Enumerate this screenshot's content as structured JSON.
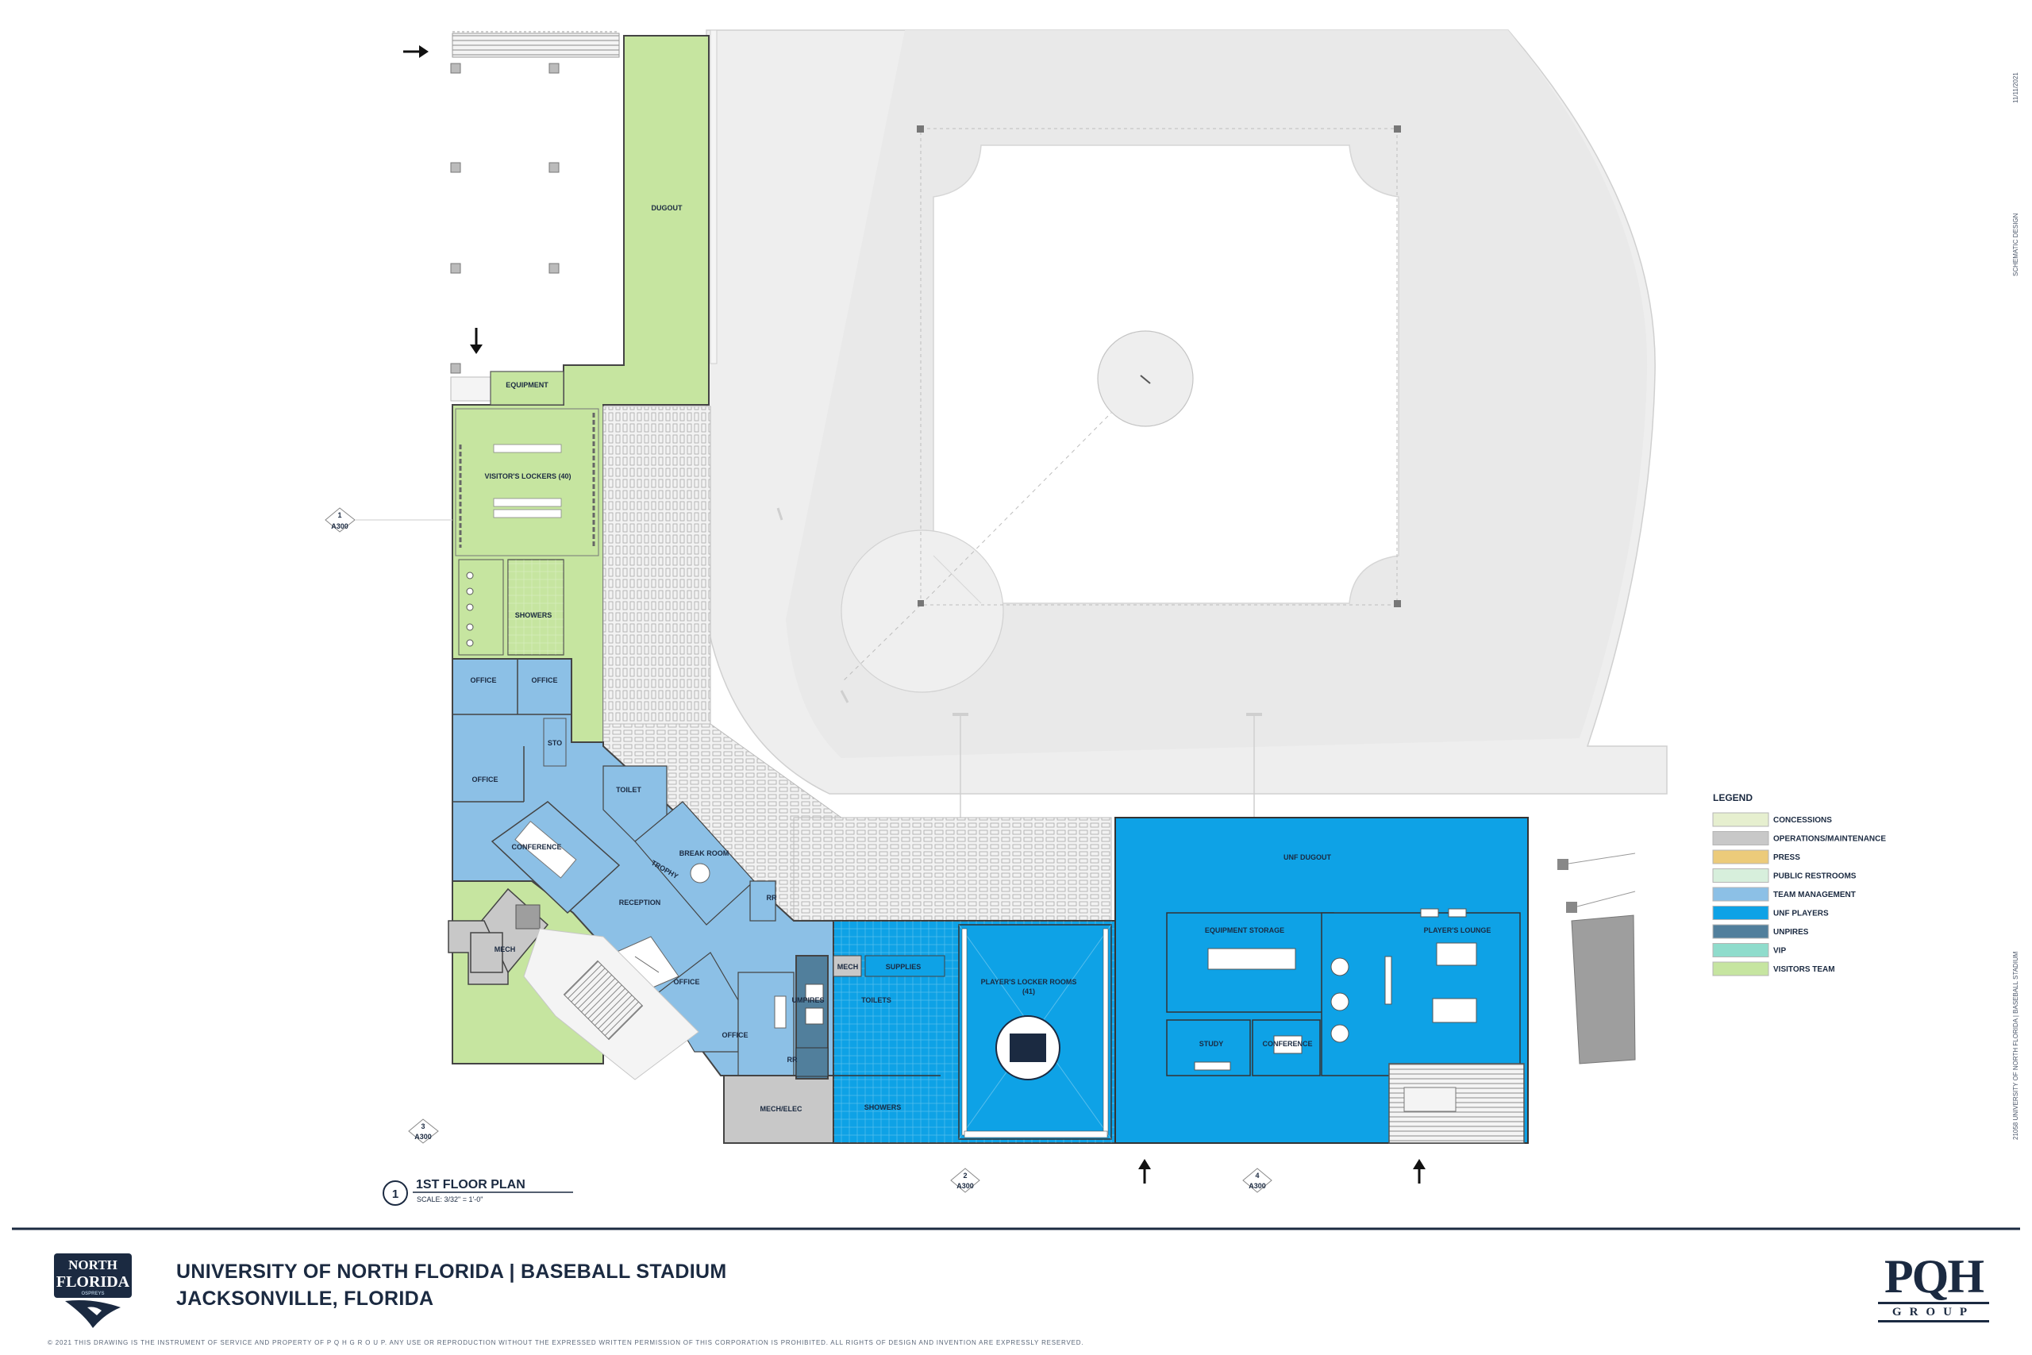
{
  "drawing": {
    "date": "11/11/2021",
    "phase": "SCHEMATIC DESIGN",
    "project_id": "21058  UNIVERSITY OF NORTH FLORIDA | BASEBALL STADIUM",
    "plan_title": "1ST FLOOR PLAN",
    "plan_number": "1",
    "plan_scale": "SCALE: 3/32\" = 1'-0\"",
    "section_ref": "A300",
    "section_nums": [
      "1",
      "2",
      "3",
      "4"
    ]
  },
  "rooms": {
    "dugout": "DUGOUT",
    "equipment": "EQUIPMENT",
    "visitors_lockers": "VISITOR'S LOCKERS (40)",
    "showers": "SHOWERS",
    "office": "OFFICE",
    "sto": "STO",
    "toilet": "TOILET",
    "conference": "CONFERENCE",
    "break_room": "BREAK ROOM",
    "trophy": "TROPHY",
    "rr": "RR",
    "reception": "RECEPTION",
    "mech": "MECH",
    "mech_elec": "MECH/ELEC",
    "umpires": "UMPIRES",
    "supplies": "SUPPLIES",
    "toilets": "TOILETS",
    "showers_players": "SHOWERS",
    "players_locker_rooms": "PLAYER'S LOCKER ROOMS",
    "players_locker_count": "(41)",
    "unf_dugout": "UNF DUGOUT",
    "equipment_storage": "EQUIPMENT STORAGE",
    "players_lounge": "PLAYER'S LOUNGE",
    "study": "STUDY",
    "conference_2": "CONFERENCE"
  },
  "legend": {
    "title": "LEGEND",
    "items": [
      {
        "label": "CONCESSIONS",
        "color": "#e6efcf"
      },
      {
        "label": "OPERATIONS/MAINTENANCE",
        "color": "#c8c8c8"
      },
      {
        "label": "PRESS",
        "color": "#eccb7a"
      },
      {
        "label": "PUBLIC RESTROOMS",
        "color": "#d7efdc"
      },
      {
        "label": "TEAM MANAGEMENT",
        "color": "#8cc0e6"
      },
      {
        "label": "UNF PLAYERS",
        "color": "#0ea2e6"
      },
      {
        "label": "UNPIRES",
        "color": "#517f9c"
      },
      {
        "label": "VIP",
        "color": "#8fdccc"
      },
      {
        "label": "VISITORS TEAM",
        "color": "#c6e5a0"
      }
    ]
  },
  "title_block": {
    "school_line": "UNIVERSITY OF NORTH FLORIDA | BASEBALL STADIUM",
    "city_line": "JACKSONVILLE, FLORIDA",
    "copyright": "© 2021   THIS DRAWING IS THE INSTRUMENT OF SERVICE AND PROPERTY OF P Q H G R O U P.  ANY USE OR REPRODUCTION WITHOUT THE EXPRESSED WRITTEN PERMISSION OF THIS CORPORATION IS PROHIBITED.  ALL RIGHTS OF DESIGN AND INVENTION ARE EXPRESSLY RESERVED.",
    "firm_name": "PQH",
    "firm_sub": "GROUP",
    "logo_line1": "NORTH",
    "logo_line2": "FLORIDA",
    "logo_line3": "OSPREYS"
  }
}
